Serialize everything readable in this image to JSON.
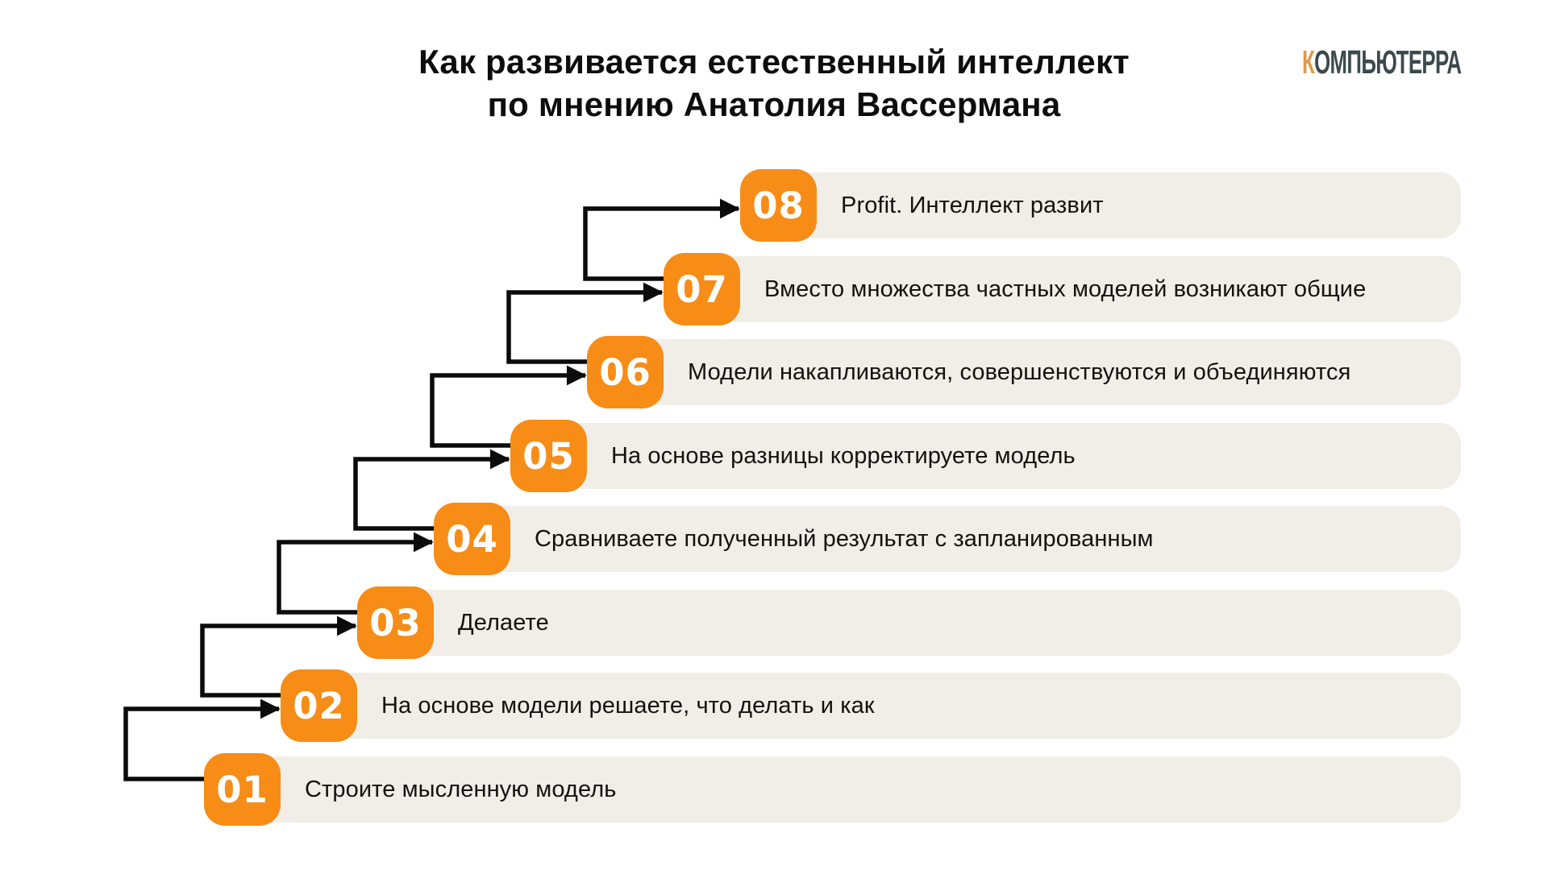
{
  "title": {
    "line1": "Как развивается естественный интеллект",
    "line2": "по мнению Анатолия Вассермана"
  },
  "logo": {
    "first_letter": "К",
    "rest": "ОМПЬЮТЕРРА"
  },
  "colors": {
    "badge_orange": "#f78c17",
    "bar_background": "#f1eee8",
    "text_black": "#13120e",
    "connector_black": "#0b0b0b",
    "logo_orange": "#e0984a",
    "logo_dark": "#3c4a4e"
  },
  "steps": [
    {
      "number": "01",
      "text": "Строите мысленную модель"
    },
    {
      "number": "02",
      "text": "На основе модели решаете, что делать и как"
    },
    {
      "number": "03",
      "text": "Делаете"
    },
    {
      "number": "04",
      "text": "Сравниваете полученный результат с запланированным"
    },
    {
      "number": "05",
      "text": "На основе разницы корректируете модель"
    },
    {
      "number": "06",
      "text": "Модели накапливаются, совершенствуются и объединяются"
    },
    {
      "number": "07",
      "text": "Вместо множества частных моделей возникают общие"
    },
    {
      "number": "08",
      "text": "Profit. Интеллект развит"
    }
  ]
}
